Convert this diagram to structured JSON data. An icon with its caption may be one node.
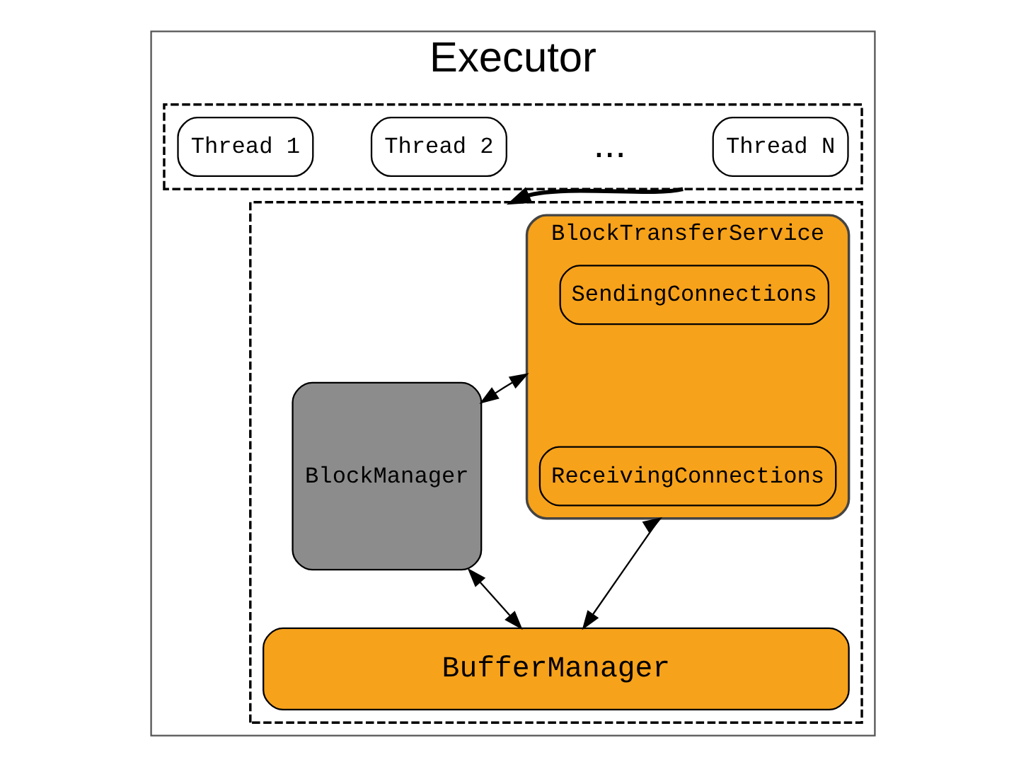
{
  "diagram": {
    "nodes": [
      {
        "text": [
          "Executor"
        ]
      },
      {
        "text": [],
        "shape": "box",
        "in": 0
      },
      {
        "text": [
          "Thread 1"
        ],
        "in": 1
      },
      {
        "text": [
          "Thread 2"
        ],
        "in": 1
      },
      {
        "text": [
          "Thread N"
        ],
        "in": 1
      },
      {
        "text": [],
        "shape": "box",
        "in": 0
      },
      {
        "text": [
          "BlockManager"
        ],
        "in": 5
      },
      {
        "text": [
          "BlockTransferService"
        ],
        "in": 5
      },
      {
        "text": [
          "SendingConnections"
        ],
        "in": 7
      },
      {
        "text": [
          "ReceivingConnections"
        ],
        "in": 7
      },
      {
        "text": [
          "BufferManager"
        ],
        "in": 5
      }
    ],
    "edges": [
      {
        "from": 1,
        "to": 5,
        "arrow": "to",
        "style": "thick"
      },
      {
        "from": 6,
        "to": 7,
        "arrow": "both"
      },
      {
        "from": 6,
        "to": 10,
        "arrow": "both"
      },
      {
        "from": 7,
        "to": 10,
        "arrow": "both"
      }
    ],
    "labels": [
      "..."
    ]
  }
}
